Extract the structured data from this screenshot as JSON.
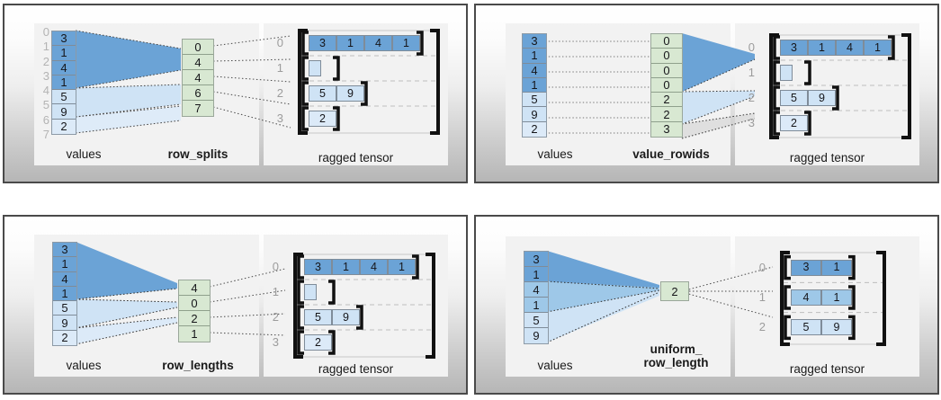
{
  "figure": {
    "title_text_present": false,
    "colors": {
      "values_dark_blue": "#6ba3d6",
      "values_mid_blue": "#9ec8e8",
      "values_light_blue": "#cfe3f5",
      "values_lightest_blue": "#dceaf8",
      "partition_green": "#d8e8d2",
      "bracket_black": "#111111",
      "ruler_gray": "#b3b3b3",
      "row_label_gray": "#9c9c9c",
      "card_bg": "#f2f2f2",
      "panel_border": "#4a4a4a",
      "wedge_dark": "#6ba3d6",
      "wedge_light": "#cfe3f5",
      "dotted_line": "#555555",
      "row_divider": "#bdbdbd"
    },
    "common": {
      "values_label": "values",
      "ragged_tensor_label": "ragged tensor"
    }
  },
  "panels": [
    {
      "id": "row-splits",
      "position": "top-left",
      "values_label": "values",
      "partition_label": "row_splits",
      "ragged_label": "ragged tensor",
      "values": [
        3,
        1,
        4,
        1,
        5,
        9,
        2
      ],
      "value_shades": [
        "dark",
        "dark",
        "dark",
        "dark",
        "light",
        "light",
        "lightest"
      ],
      "index_ruler": [
        0,
        1,
        2,
        3,
        4,
        5,
        6,
        7
      ],
      "partition_values": [
        0,
        4,
        4,
        6,
        7
      ],
      "ragged_rows": [
        {
          "index": 0,
          "cells": [
            3,
            1,
            4,
            1
          ],
          "shade": "dark"
        },
        {
          "index": 1,
          "cells": [],
          "shade": "light",
          "empty_placeholder": true
        },
        {
          "index": 2,
          "cells": [
            5,
            9
          ],
          "shade": "light"
        },
        {
          "index": 3,
          "cells": [
            2
          ],
          "shade": "lightest"
        }
      ]
    },
    {
      "id": "value-rowids",
      "position": "top-right",
      "values_label": "values",
      "partition_label": "value_rowids",
      "ragged_label": "ragged tensor",
      "values": [
        3,
        1,
        4,
        1,
        5,
        9,
        2
      ],
      "value_shades": [
        "dark",
        "dark",
        "dark",
        "dark",
        "light",
        "light",
        "lightest"
      ],
      "index_ruler": [],
      "partition_values": [
        0,
        0,
        0,
        0,
        2,
        2,
        3
      ],
      "ragged_rows": [
        {
          "index": 0,
          "cells": [
            3,
            1,
            4,
            1
          ],
          "shade": "dark"
        },
        {
          "index": 1,
          "cells": [],
          "shade": "light",
          "empty_placeholder": true
        },
        {
          "index": 2,
          "cells": [
            5,
            9
          ],
          "shade": "light"
        },
        {
          "index": 3,
          "cells": [
            2
          ],
          "shade": "lightest"
        }
      ]
    },
    {
      "id": "row-lengths",
      "position": "bottom-left",
      "values_label": "values",
      "partition_label": "row_lengths",
      "ragged_label": "ragged tensor",
      "values": [
        3,
        1,
        4,
        1,
        5,
        9,
        2
      ],
      "value_shades": [
        "dark",
        "dark",
        "dark",
        "dark",
        "light",
        "light",
        "lightest"
      ],
      "index_ruler": [],
      "partition_values": [
        4,
        0,
        2,
        1
      ],
      "ragged_rows": [
        {
          "index": 0,
          "cells": [
            3,
            1,
            4,
            1
          ],
          "shade": "dark"
        },
        {
          "index": 1,
          "cells": [],
          "shade": "light",
          "empty_placeholder": true
        },
        {
          "index": 2,
          "cells": [
            5,
            9
          ],
          "shade": "light"
        },
        {
          "index": 3,
          "cells": [
            2
          ],
          "shade": "lightest"
        }
      ]
    },
    {
      "id": "uniform-row-length",
      "position": "bottom-right",
      "values_label": "values",
      "partition_label": "uniform_\nrow_length",
      "ragged_label": "ragged tensor",
      "values": [
        3,
        1,
        4,
        1,
        5,
        9
      ],
      "value_shades": [
        "dark",
        "dark",
        "mid",
        "mid",
        "light",
        "light"
      ],
      "index_ruler": [],
      "partition_values": [
        2
      ],
      "ragged_rows": [
        {
          "index": 0,
          "cells": [
            3,
            1
          ],
          "shade": "dark"
        },
        {
          "index": 1,
          "cells": [
            4,
            1
          ],
          "shade": "mid"
        },
        {
          "index": 2,
          "cells": [
            5,
            9
          ],
          "shade": "light"
        }
      ]
    }
  ]
}
